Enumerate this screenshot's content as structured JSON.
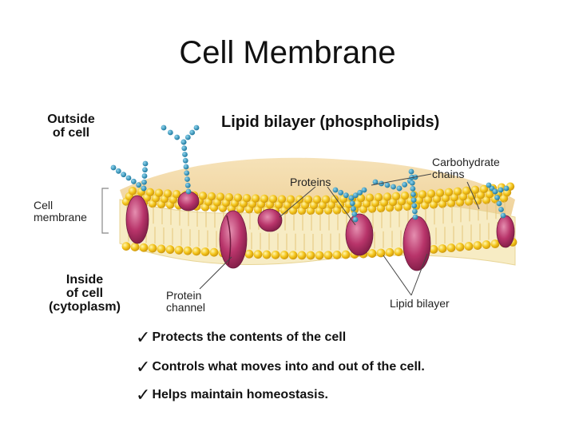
{
  "title": "Cell Membrane",
  "labels": {
    "outside": [
      "Outside",
      "of cell"
    ],
    "bilayer_title": "Lipid bilayer (phospholipids)",
    "inside": [
      "Inside",
      "of cell",
      "(cytoplasm)"
    ],
    "cell_membrane": [
      "Cell",
      "membrane"
    ],
    "proteins": "Proteins",
    "carbohydrate": [
      "Carbohydrate",
      "chains"
    ],
    "protein_channel": [
      "Protein",
      "channel"
    ],
    "lipid_bilayer": "Lipid bilayer"
  },
  "bullets": [
    "Protects the contents of the cell",
    "Controls what moves into and out of the cell.",
    "Helps maintain homeostasis."
  ],
  "colors": {
    "lipid_head": "#f2c21a",
    "lipid_tail": "#f6e8b0",
    "protein": "#b8346a",
    "carbohydrate": "#2b8fb5"
  }
}
